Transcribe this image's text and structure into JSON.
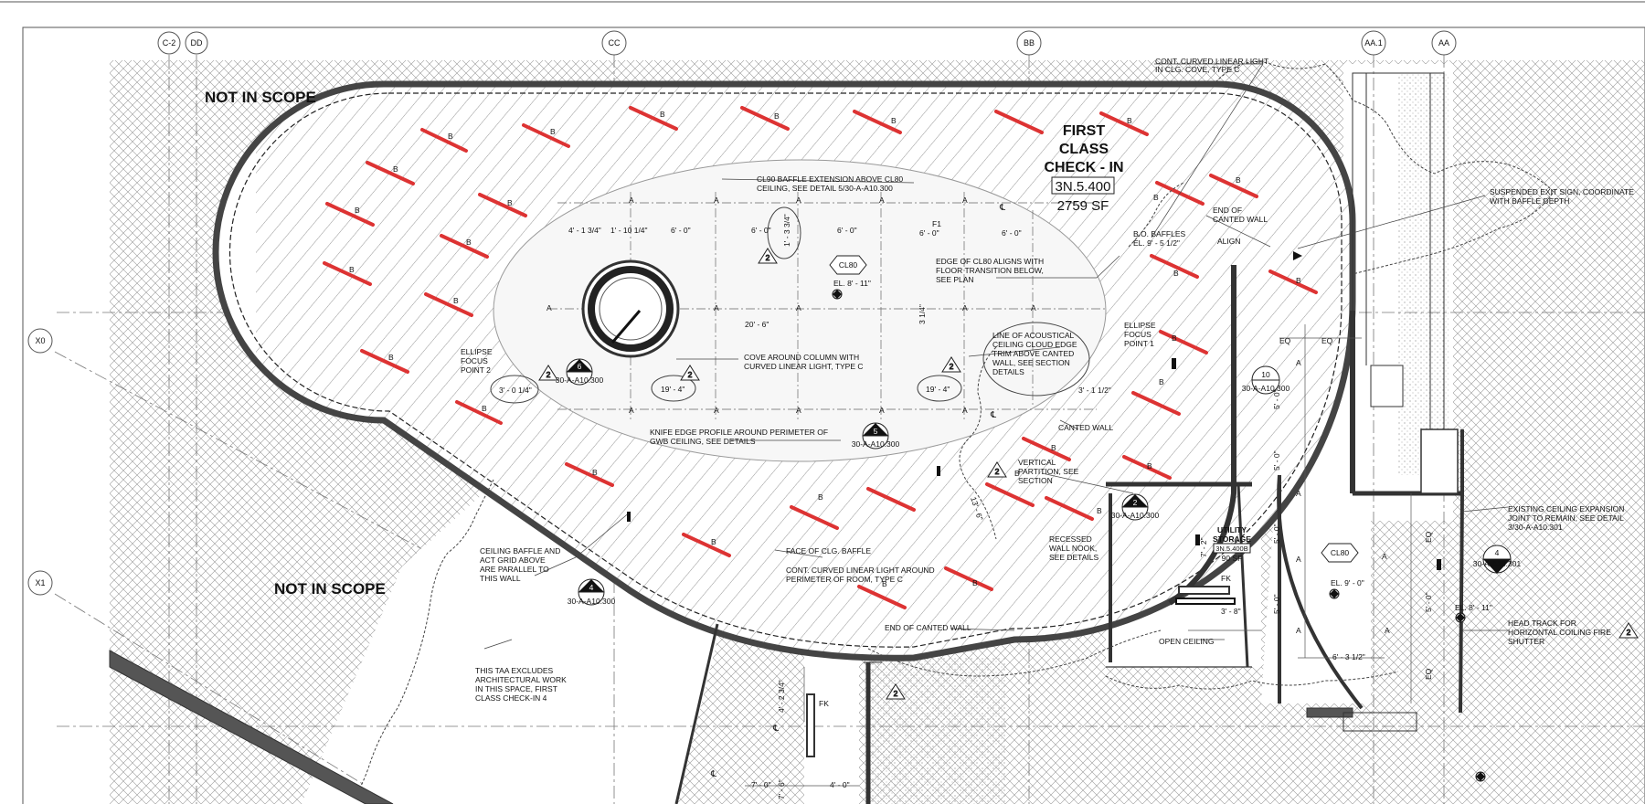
{
  "grid_bubbles": {
    "c2": "C-2",
    "dd": "DD",
    "cc": "CC",
    "bb": "BB",
    "aa1": "AA.1",
    "aa": "AA",
    "x0": "X0",
    "x1": "X1"
  },
  "labels": {
    "not_in_scope_top": "NOT IN SCOPE",
    "not_in_scope_bottom": "NOT IN SCOPE",
    "room_name_1": "FIRST",
    "room_name_2": "CLASS",
    "room_name_3": "CHECK - IN",
    "room_number": "3N.5.400",
    "room_area": "2759 SF",
    "utility_1": "UTILITY",
    "utility_2": "STORAGE",
    "utility_number": "3N.5.400B",
    "utility_area": "90 SF"
  },
  "notes": {
    "cont_curved_1": "CONT. CURVED LINEAR LIGHT",
    "cont_curved_2": "IN CLG. COVE, TYPE C",
    "cl90_1": "CL90 BAFFLE EXTENSION ABOVE CL80",
    "cl90_2": "CEILING, SEE DETAIL 5/30-A-A10.300",
    "exit_1": "SUSPENDED EXIT SIGN, COORDINATE",
    "exit_2": "WITH BAFFLE DEPTH",
    "end_canted_1": "END OF",
    "end_canted_2": "CANTED WALL",
    "bo_1": "B.O. BAFFLES",
    "bo_2": "EL. 9' - 5 1/2\"",
    "align": "ALIGN",
    "edge_1": "EDGE OF CL80 ALIGNS WITH",
    "edge_2": "FLOOR TRANSITION BELOW,",
    "edge_3": "SEE PLAN",
    "cl80": "CL80",
    "el_811": "EL. 8' - 11\"",
    "ef1_1": "ELLIPSE",
    "ef1_2": "FOCUS",
    "ef1_3": "POINT 1",
    "ef2_1": "ELLIPSE",
    "ef2_2": "FOCUS",
    "ef2_3": "POINT 2",
    "cloud_1": "LINE OF ACOUSTICAL",
    "cloud_2": "CEILING CLOUD EDGE",
    "cloud_3": "TRIM ABOVE CANTED",
    "cloud_4": "WALL, SEE SECTION",
    "cloud_5": "DETAILS",
    "cove_1": "COVE AROUND COLUMN WITH",
    "cove_2": "CURVED LINEAR LIGHT, TYPE C",
    "knife_1": "KNIFE EDGE PROFILE AROUND PERIMETER OF",
    "knife_2": "GWB CEILING, SEE DETAILS",
    "canted_wall": "CANTED WALL",
    "vert_1": "VERTICAL",
    "vert_2": "PARTITION, SEE",
    "vert_3": "SECTION",
    "recessed_1": "RECESSED",
    "recessed_2": "WALL NOOK,",
    "recessed_3": "SEE DETAILS",
    "baffle_act_1": "CEILING BAFFLE AND",
    "baffle_act_2": "ACT GRID ABOVE",
    "baffle_act_3": "ARE PARALLEL TO",
    "baffle_act_4": "THIS WALL",
    "face": "FACE OF CLG. BAFFLE",
    "cont_perim_1": "CONT. CURVED LINEAR LIGHT AROUND",
    "cont_perim_2": "PERIMETER OF ROOM, TYPE C",
    "end_canted_bottom": "END OF CANTED WALL",
    "open_ceiling": "OPEN CEILING",
    "existing_1": "EXISTING CEILING EXPANSION",
    "existing_2": "JOINT TO REMAIN, SEE DETAIL",
    "existing_3": "3/30-A-A10.301",
    "head_1": "HEAD TRACK FOR",
    "head_2": "HORIZONTAL COILING FIRE",
    "head_3": "SHUTTER",
    "taa_1": "THIS TAA EXCLUDES",
    "taa_2": "ARCHITECTURAL WORK",
    "taa_3": "IN THIS SPACE, FIRST",
    "taa_4": "CLASS CHECK-IN 4",
    "el_90": "EL. 9' - 0\"",
    "el_811b": "EL. 8' - 11\"",
    "fk": "FK",
    "fk2": "FK",
    "eq1": "EQ",
    "eq2": "EQ",
    "eq3": "EQ",
    "eq4": "EQ",
    "cl80b": "CL80"
  },
  "dims": {
    "d1": "4' - 1 3/4\"",
    "d2": "1' - 10 1/4\"",
    "d3": "6' - 0\"",
    "d4": "6' - 0\"",
    "d5": "6' - 0\"",
    "d6": "6' - 0\"",
    "d7": "6' - 0\"",
    "d8": "1' - 3 3/4\"",
    "d9": "20' - 6\"",
    "d10": "3 1/4\"",
    "d11": "19' - 4\"",
    "d12": "19' - 4\"",
    "d13": "3' - 0 1/4\"",
    "d14": "3' - 1 1/2\"",
    "d15": "4' - 2 3/4\"",
    "d16": "7' - 0\"",
    "d17": "4' - 0\"",
    "d18": "7' - 6\"",
    "d19": "3' - 8\"",
    "d20": "6' - 3 1/2\"",
    "d21": "7' - 2\"",
    "d22": "5' - 0\"",
    "d23": "5' - 0\"",
    "d24": "5' - 0\"",
    "d25": "5' - 0\"",
    "d26": "5' - 0\"",
    "d27": "5' - 0\"",
    "d28": "5' - 0\"",
    "d29": "13' - 6\"",
    "f1": "F1"
  },
  "section_marks": {
    "s6_num": "6",
    "s6_ref": "30-A-A10.300",
    "s5_num": "5",
    "s5_ref": "30-A-A10.300",
    "s4_num": "4",
    "s4_ref": "30-A-A10.300",
    "s2_num": "2",
    "s2_ref": "30-A-A10.300",
    "s10_num": "10",
    "s10_ref": "30-A-A10.300",
    "s4b_num": "4",
    "s4b_ref": "30-A-A10.301"
  },
  "tags": {
    "a": "A",
    "b": "B",
    "rev": "2",
    "cl": "℄"
  }
}
